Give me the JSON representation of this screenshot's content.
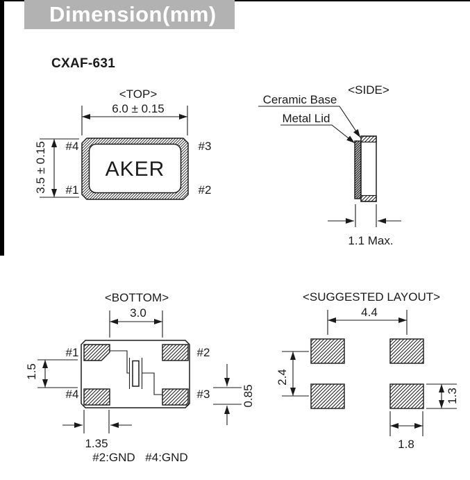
{
  "header": {
    "title": "Dimension(mm)"
  },
  "part_number": "CXAF-631",
  "colors": {
    "banner_bg": "#b2b2b2",
    "banner_text": "#ffffff",
    "ink": "#1a1a1a",
    "paper": "#ffffff"
  },
  "views": {
    "top": {
      "label": "<TOP>",
      "width_dim": "6.0 ± 0.15",
      "height_dim": "3.5 ± 0.15",
      "marking": "AKER",
      "pin_tl": "#4",
      "pin_tr": "#3",
      "pin_bl": "#1",
      "pin_br": "#2"
    },
    "side": {
      "label": "<SIDE>",
      "callout_ceramic": "Ceramic Base",
      "callout_lid": "Metal Lid",
      "thickness_dim": "1.1 Max."
    },
    "bottom": {
      "label": "<BOTTOM>",
      "pad_span_dim": "3.0",
      "pad_gap_dim": "1.5",
      "pad_height_dim": "0.85",
      "pad_width_dim": "1.35",
      "pin_tl": "#1",
      "pin_tr": "#2",
      "pin_bl": "#4",
      "pin_br": "#3",
      "gnd_note_1": "#2:GND",
      "gnd_note_2": "#4:GND"
    },
    "layout": {
      "label": "<SUGGESTED LAYOUT>",
      "pitch_x_dim": "4.4",
      "pitch_y_dim": "2.4",
      "pad_height_dim": "1.3",
      "pad_width_dim": "1.8"
    }
  }
}
